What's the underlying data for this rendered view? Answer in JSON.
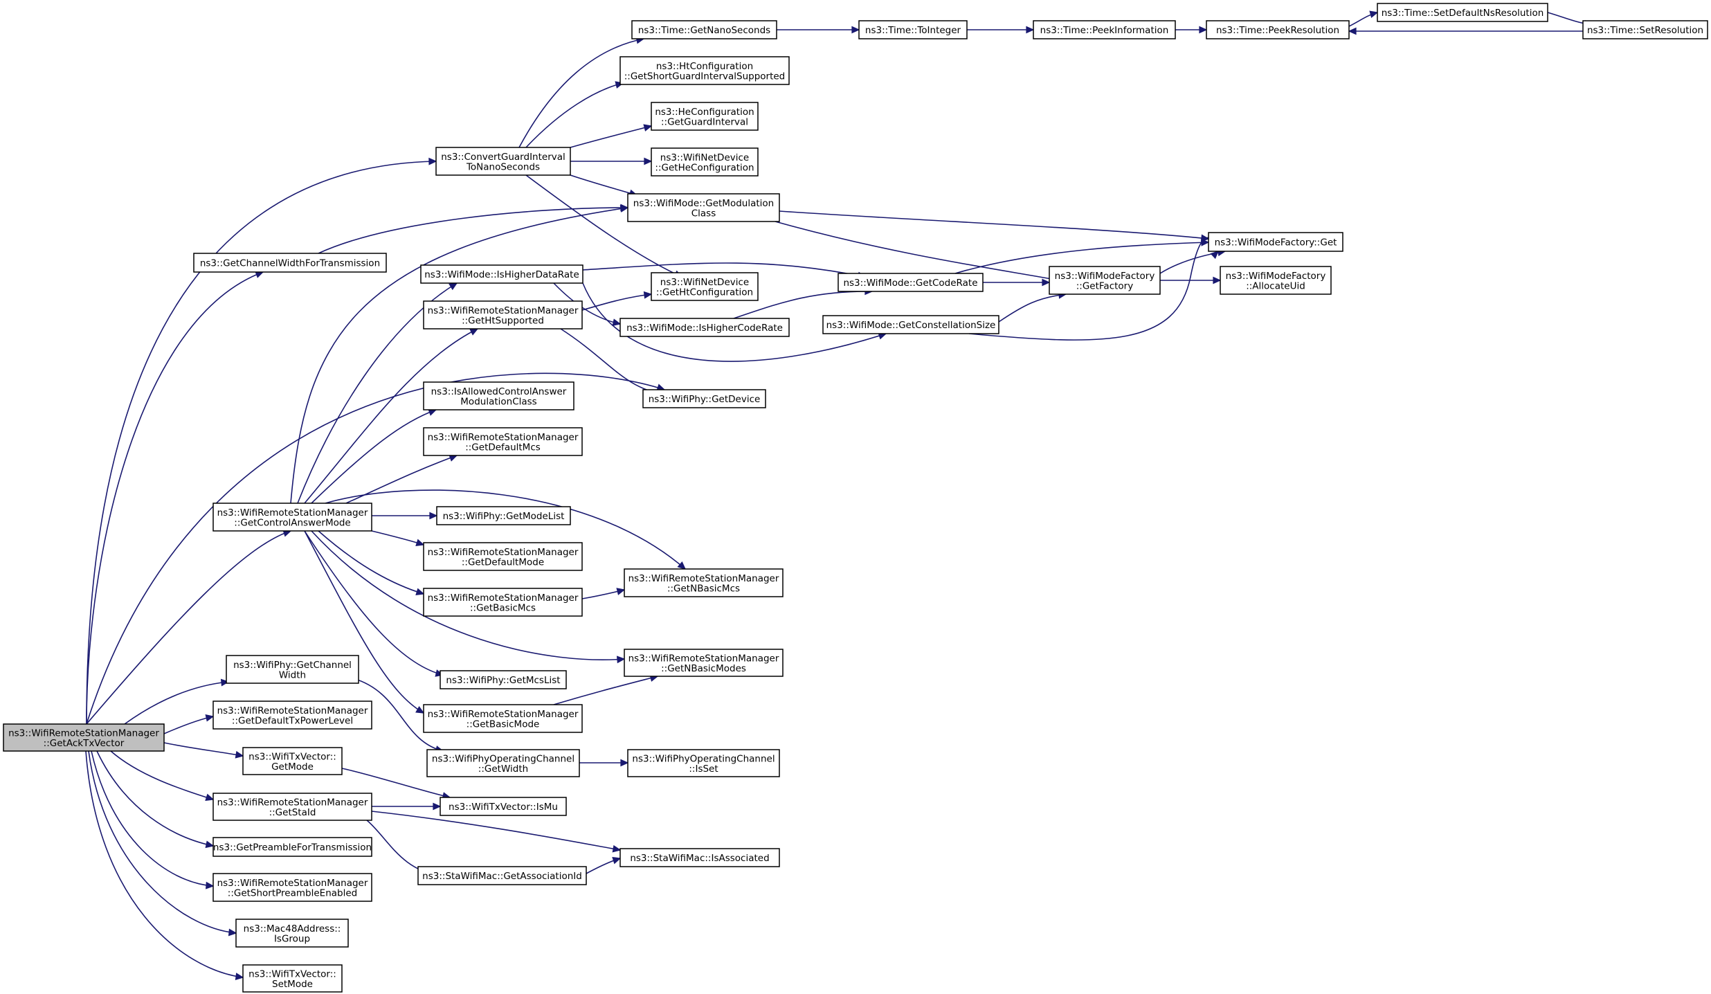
{
  "graph": {
    "edge_color": "#191970",
    "root_fill": "#bfbfbf",
    "node_fill": "#ffffff",
    "nodes": [
      {
        "id": "root",
        "lines": [
          "ns3::WifiRemoteStationManager",
          "::GetAckTxVector"
        ]
      },
      {
        "id": "convert_gi",
        "lines": [
          "ns3::ConvertGuardInterval",
          "ToNanoSeconds"
        ]
      },
      {
        "id": "get_channel_width_tx",
        "lines": [
          "ns3::GetChannelWidthForTransmission"
        ]
      },
      {
        "id": "get_control_answer_mode",
        "lines": [
          "ns3::WifiRemoteStationManager",
          "::GetControlAnswerMode"
        ]
      },
      {
        "id": "phy_get_channel_width",
        "lines": [
          "ns3::WifiPhy::GetChannel",
          "Width"
        ]
      },
      {
        "id": "get_default_tx_power",
        "lines": [
          "ns3::WifiRemoteStationManager",
          "::GetDefaultTxPowerLevel"
        ]
      },
      {
        "id": "txvector_get_mode",
        "lines": [
          "ns3::WifiTxVector::",
          "GetMode"
        ]
      },
      {
        "id": "get_sta_id",
        "lines": [
          "ns3::WifiRemoteStationManager",
          "::GetStaId"
        ]
      },
      {
        "id": "get_preamble",
        "lines": [
          "ns3::GetPreambleForTransmission"
        ]
      },
      {
        "id": "get_short_preamble",
        "lines": [
          "ns3::WifiRemoteStationManager",
          "::GetShortPreambleEnabled"
        ]
      },
      {
        "id": "mac48_is_group",
        "lines": [
          "ns3::Mac48Address::",
          "IsGroup"
        ]
      },
      {
        "id": "txvector_set_mode",
        "lines": [
          "ns3::WifiTxVector::",
          "SetMode"
        ]
      },
      {
        "id": "time_get_nano",
        "lines": [
          "ns3::Time::GetNanoSeconds"
        ]
      },
      {
        "id": "ht_get_sgi",
        "lines": [
          "ns3::HtConfiguration",
          "::GetShortGuardIntervalSupported"
        ]
      },
      {
        "id": "he_get_gi",
        "lines": [
          "ns3::HeConfiguration",
          "::GetGuardInterval"
        ]
      },
      {
        "id": "netdev_get_he",
        "lines": [
          "ns3::WifiNetDevice",
          "::GetHeConfiguration"
        ]
      },
      {
        "id": "mode_get_mod_class",
        "lines": [
          "ns3::WifiMode::GetModulation",
          "Class"
        ]
      },
      {
        "id": "mode_is_higher_rate",
        "lines": [
          "ns3::WifiMode::IsHigherDataRate"
        ]
      },
      {
        "id": "netdev_get_ht",
        "lines": [
          "ns3::WifiNetDevice",
          "::GetHtConfiguration"
        ]
      },
      {
        "id": "get_ht_supported",
        "lines": [
          "ns3::WifiRemoteStationManager",
          "::GetHtSupported"
        ]
      },
      {
        "id": "mode_is_higher_code",
        "lines": [
          "ns3::WifiMode::IsHigherCodeRate"
        ]
      },
      {
        "id": "phy_get_device",
        "lines": [
          "ns3::WifiPhy::GetDevice"
        ]
      },
      {
        "id": "is_allowed_ctrl",
        "lines": [
          "ns3::IsAllowedControlAnswer",
          "ModulationClass"
        ]
      },
      {
        "id": "get_default_mcs",
        "lines": [
          "ns3::WifiRemoteStationManager",
          "::GetDefaultMcs"
        ]
      },
      {
        "id": "phy_get_mode_list",
        "lines": [
          "ns3::WifiPhy::GetModeList"
        ]
      },
      {
        "id": "get_default_mode",
        "lines": [
          "ns3::WifiRemoteStationManager",
          "::GetDefaultMode"
        ]
      },
      {
        "id": "get_basic_mcs",
        "lines": [
          "ns3::WifiRemoteStationManager",
          "::GetBasicMcs"
        ]
      },
      {
        "id": "get_n_basic_mcs",
        "lines": [
          "ns3::WifiRemoteStationManager",
          "::GetNBasicMcs"
        ]
      },
      {
        "id": "phy_get_mcs_list",
        "lines": [
          "ns3::WifiPhy::GetMcsList"
        ]
      },
      {
        "id": "get_n_basic_modes",
        "lines": [
          "ns3::WifiRemoteStationManager",
          "::GetNBasicModes"
        ]
      },
      {
        "id": "get_basic_mode",
        "lines": [
          "ns3::WifiRemoteStationManager",
          "::GetBasicMode"
        ]
      },
      {
        "id": "op_channel_get_width",
        "lines": [
          "ns3::WifiPhyOperatingChannel",
          "::GetWidth"
        ]
      },
      {
        "id": "op_channel_is_set",
        "lines": [
          "ns3::WifiPhyOperatingChannel",
          "::IsSet"
        ]
      },
      {
        "id": "txvector_is_mu",
        "lines": [
          "ns3::WifiTxVector::IsMu"
        ]
      },
      {
        "id": "sta_get_assoc_id",
        "lines": [
          "ns3::StaWifiMac::GetAssociationId"
        ]
      },
      {
        "id": "sta_is_associated",
        "lines": [
          "ns3::StaWifiMac::IsAssociated"
        ]
      },
      {
        "id": "time_to_integer",
        "lines": [
          "ns3::Time::ToInteger"
        ]
      },
      {
        "id": "time_peek_info",
        "lines": [
          "ns3::Time::PeekInformation"
        ]
      },
      {
        "id": "time_peek_res",
        "lines": [
          "ns3::Time::PeekResolution"
        ]
      },
      {
        "id": "time_set_default_ns",
        "lines": [
          "ns3::Time::SetDefaultNsResolution"
        ]
      },
      {
        "id": "time_set_res",
        "lines": [
          "ns3::Time::SetResolution"
        ]
      },
      {
        "id": "mode_get_code_rate",
        "lines": [
          "ns3::WifiMode::GetCodeRate"
        ]
      },
      {
        "id": "mode_get_constellation",
        "lines": [
          "ns3::WifiMode::GetConstellationSize"
        ]
      },
      {
        "id": "factory_get_factory",
        "lines": [
          "ns3::WifiModeFactory",
          "::GetFactory"
        ]
      },
      {
        "id": "factory_get",
        "lines": [
          "ns3::WifiModeFactory::Get"
        ]
      },
      {
        "id": "factory_allocate_uid",
        "lines": [
          "ns3::WifiModeFactory",
          "::AllocateUid"
        ]
      }
    ],
    "edges": [
      {
        "from": "root",
        "to": "convert_gi"
      },
      {
        "from": "root",
        "to": "get_channel_width_tx"
      },
      {
        "from": "root",
        "to": "get_control_answer_mode"
      },
      {
        "from": "root",
        "to": "phy_get_channel_width"
      },
      {
        "from": "root",
        "to": "get_default_tx_power"
      },
      {
        "from": "root",
        "to": "txvector_get_mode"
      },
      {
        "from": "root",
        "to": "get_sta_id"
      },
      {
        "from": "root",
        "to": "get_preamble"
      },
      {
        "from": "root",
        "to": "get_short_preamble"
      },
      {
        "from": "root",
        "to": "mac48_is_group"
      },
      {
        "from": "root",
        "to": "txvector_set_mode"
      },
      {
        "from": "root",
        "to": "phy_get_device"
      },
      {
        "from": "convert_gi",
        "to": "time_get_nano"
      },
      {
        "from": "convert_gi",
        "to": "ht_get_sgi"
      },
      {
        "from": "convert_gi",
        "to": "he_get_gi"
      },
      {
        "from": "convert_gi",
        "to": "netdev_get_he"
      },
      {
        "from": "convert_gi",
        "to": "mode_get_mod_class"
      },
      {
        "from": "convert_gi",
        "to": "netdev_get_ht"
      },
      {
        "from": "get_channel_width_tx",
        "to": "mode_get_mod_class"
      },
      {
        "from": "get_control_answer_mode",
        "to": "mode_get_mod_class"
      },
      {
        "from": "get_control_answer_mode",
        "to": "mode_is_higher_rate"
      },
      {
        "from": "get_control_answer_mode",
        "to": "get_ht_supported"
      },
      {
        "from": "get_control_answer_mode",
        "to": "is_allowed_ctrl"
      },
      {
        "from": "get_control_answer_mode",
        "to": "get_default_mcs"
      },
      {
        "from": "get_control_answer_mode",
        "to": "phy_get_mode_list"
      },
      {
        "from": "get_control_answer_mode",
        "to": "get_default_mode"
      },
      {
        "from": "get_control_answer_mode",
        "to": "get_basic_mcs"
      },
      {
        "from": "get_control_answer_mode",
        "to": "get_n_basic_mcs"
      },
      {
        "from": "get_control_answer_mode",
        "to": "phy_get_mcs_list"
      },
      {
        "from": "get_control_answer_mode",
        "to": "get_n_basic_modes"
      },
      {
        "from": "get_control_answer_mode",
        "to": "get_basic_mode"
      },
      {
        "from": "mode_is_higher_rate",
        "to": "mode_get_code_rate"
      },
      {
        "from": "mode_is_higher_rate",
        "to": "mode_is_higher_code"
      },
      {
        "from": "mode_is_higher_rate",
        "to": "mode_get_constellation"
      },
      {
        "from": "get_ht_supported",
        "to": "netdev_get_ht"
      },
      {
        "from": "get_ht_supported",
        "to": "phy_get_device"
      },
      {
        "from": "mode_is_higher_code",
        "to": "mode_get_code_rate"
      },
      {
        "from": "mode_get_mod_class",
        "to": "factory_get_factory"
      },
      {
        "from": "mode_get_mod_class",
        "to": "factory_get"
      },
      {
        "from": "mode_get_code_rate",
        "to": "factory_get_factory"
      },
      {
        "from": "mode_get_code_rate",
        "to": "factory_get"
      },
      {
        "from": "mode_get_constellation",
        "to": "factory_get_factory"
      },
      {
        "from": "mode_get_constellation",
        "to": "factory_get"
      },
      {
        "from": "factory_get_factory",
        "to": "factory_get"
      },
      {
        "from": "factory_get_factory",
        "to": "factory_allocate_uid"
      },
      {
        "from": "time_get_nano",
        "to": "time_to_integer"
      },
      {
        "from": "time_to_integer",
        "to": "time_peek_info"
      },
      {
        "from": "time_peek_info",
        "to": "time_peek_res"
      },
      {
        "from": "time_peek_res",
        "to": "time_set_default_ns"
      },
      {
        "from": "time_set_default_ns",
        "to": "time_set_res"
      },
      {
        "from": "time_set_res",
        "to": "time_peek_res"
      },
      {
        "from": "get_basic_mcs",
        "to": "get_n_basic_mcs"
      },
      {
        "from": "get_basic_mode",
        "to": "get_n_basic_modes"
      },
      {
        "from": "phy_get_channel_width",
        "to": "op_channel_get_width"
      },
      {
        "from": "op_channel_get_width",
        "to": "op_channel_is_set"
      },
      {
        "from": "txvector_get_mode",
        "to": "txvector_is_mu"
      },
      {
        "from": "get_sta_id",
        "to": "txvector_is_mu"
      },
      {
        "from": "get_sta_id",
        "to": "sta_is_associated"
      },
      {
        "from": "get_sta_id",
        "to": "sta_get_assoc_id"
      },
      {
        "from": "sta_get_assoc_id",
        "to": "sta_is_associated"
      }
    ]
  }
}
